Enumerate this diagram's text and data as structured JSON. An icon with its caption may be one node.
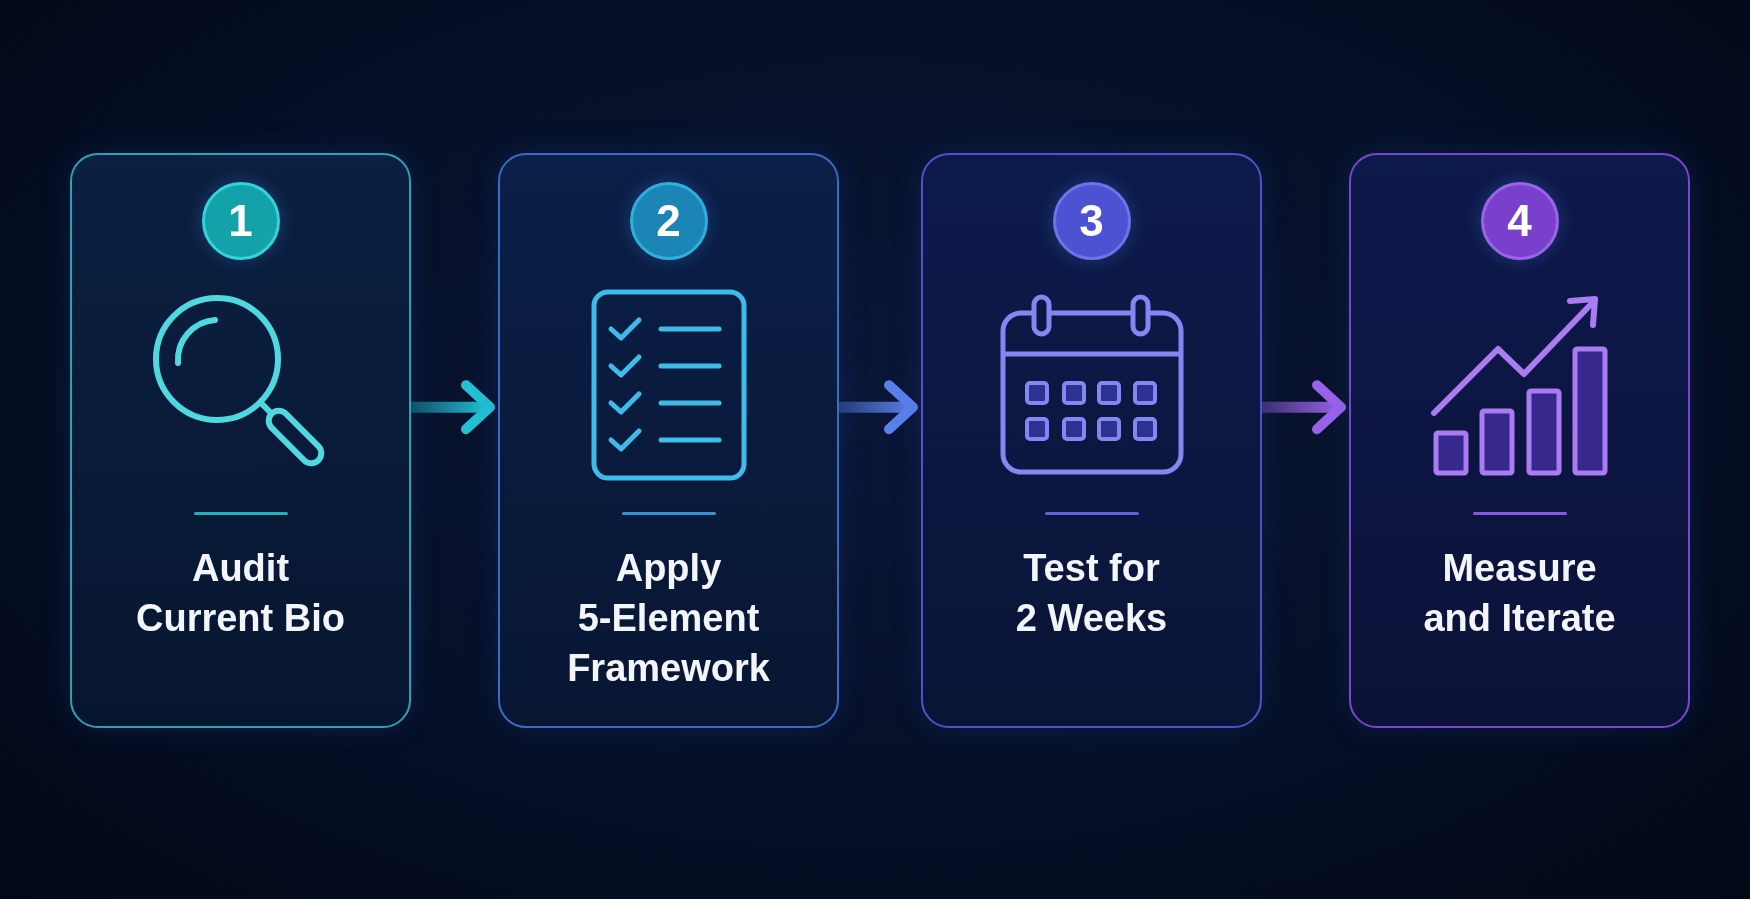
{
  "diagram": {
    "nodes": [
      {
        "text": [
          "Audit Current Bio"
        ]
      },
      {
        "text": [
          "1"
        ],
        "in": 0
      },
      {
        "text": [
          "Apply 5-Element Framework"
        ]
      },
      {
        "text": [
          "2"
        ],
        "in": 2
      },
      {
        "text": [
          "Test for 2 Weeks"
        ]
      },
      {
        "text": [
          "3"
        ],
        "in": 4
      },
      {
        "text": [
          "Measure and Iterate"
        ]
      },
      {
        "text": [
          "4"
        ],
        "in": 6
      }
    ],
    "edges": [
      {
        "from": 0,
        "to": 2,
        "arrow": "to",
        "color": "#22c1d4"
      },
      {
        "from": 2,
        "to": 4,
        "arrow": "to",
        "color": "#5a80ea"
      },
      {
        "from": 4,
        "to": 6,
        "arrow": "to",
        "color": "#9a62ea"
      }
    ]
  }
}
